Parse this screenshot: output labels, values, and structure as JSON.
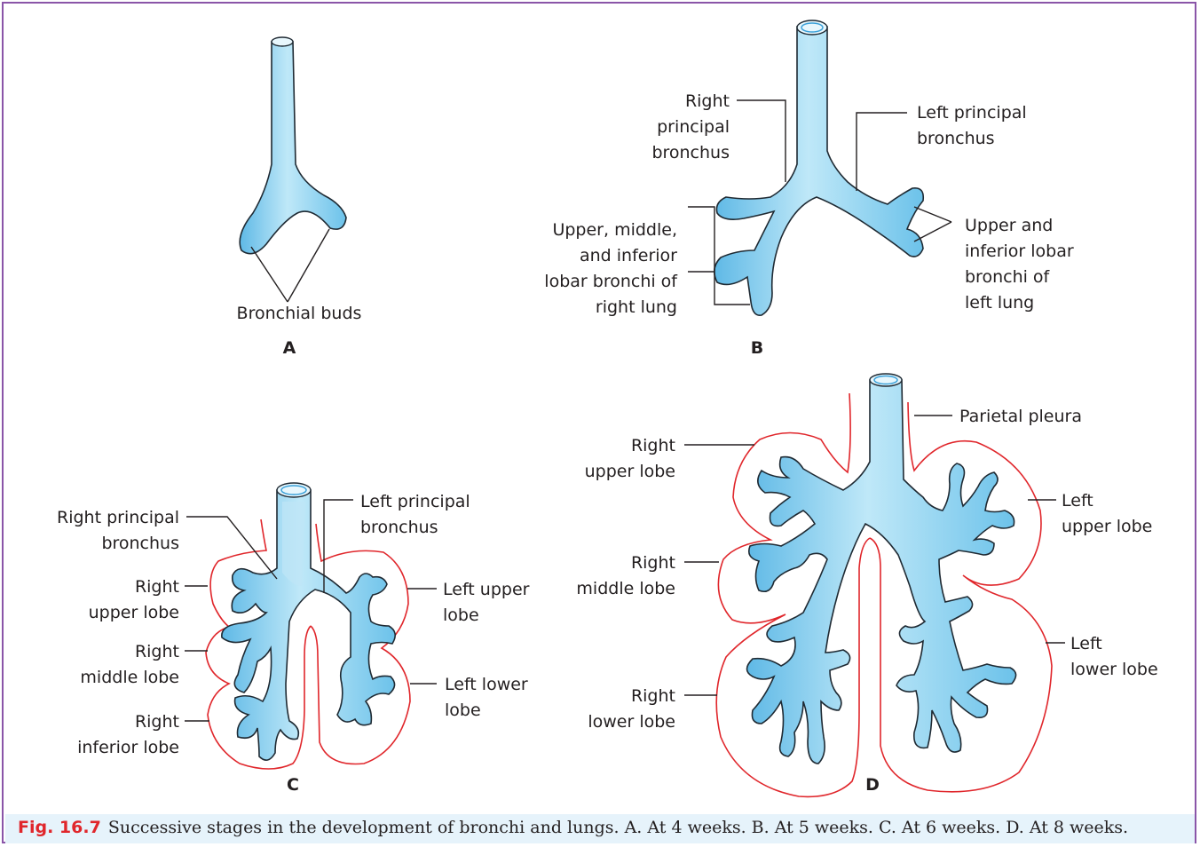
{
  "panels": {
    "A": {
      "letter": "A",
      "bronchial_buds": "Bronchial buds"
    },
    "B": {
      "letter": "B",
      "right_principal": [
        "Right",
        "principal",
        "bronchus"
      ],
      "left_principal": [
        "Left principal",
        "bronchus"
      ],
      "right_lobar": [
        "Upper, middle,",
        "and inferior",
        "lobar bronchi of",
        "right lung"
      ],
      "left_lobar": [
        "Upper and",
        "inferior lobar",
        "bronchi of",
        "left lung"
      ]
    },
    "C": {
      "letter": "C",
      "right_principal": [
        "Right principal",
        "bronchus"
      ],
      "left_principal": [
        "Left principal",
        "bronchus"
      ],
      "right_upper": [
        "Right",
        "upper lobe"
      ],
      "right_middle": [
        "Right",
        "middle lobe"
      ],
      "right_inferior": [
        "Right",
        "inferior lobe"
      ],
      "left_upper": [
        "Left upper",
        "lobe"
      ],
      "left_lower": [
        "Left lower",
        "lobe"
      ]
    },
    "D": {
      "letter": "D",
      "parietal_pleura": "Parietal pleura",
      "right_upper": [
        "Right",
        "upper lobe"
      ],
      "right_middle": [
        "Right",
        "middle lobe"
      ],
      "right_lower": [
        "Right",
        "lower lobe"
      ],
      "left_upper": [
        "Left",
        "upper lobe"
      ],
      "left_lower": [
        "Left",
        "lower lobe"
      ]
    }
  },
  "caption": {
    "figure_number": "Fig. 16.7",
    "text": "Successive stages in the development of bronchi and lungs. A. At 4 weeks. B. At 5 weeks. C. At 6 weeks. D. At 8 weeks."
  },
  "colors": {
    "frame": "#8a55a8",
    "pleura": "#e0262b",
    "tube": "#7fcbee",
    "caption_bg": "#e6f3fb",
    "fig_number": "#e0262b"
  }
}
